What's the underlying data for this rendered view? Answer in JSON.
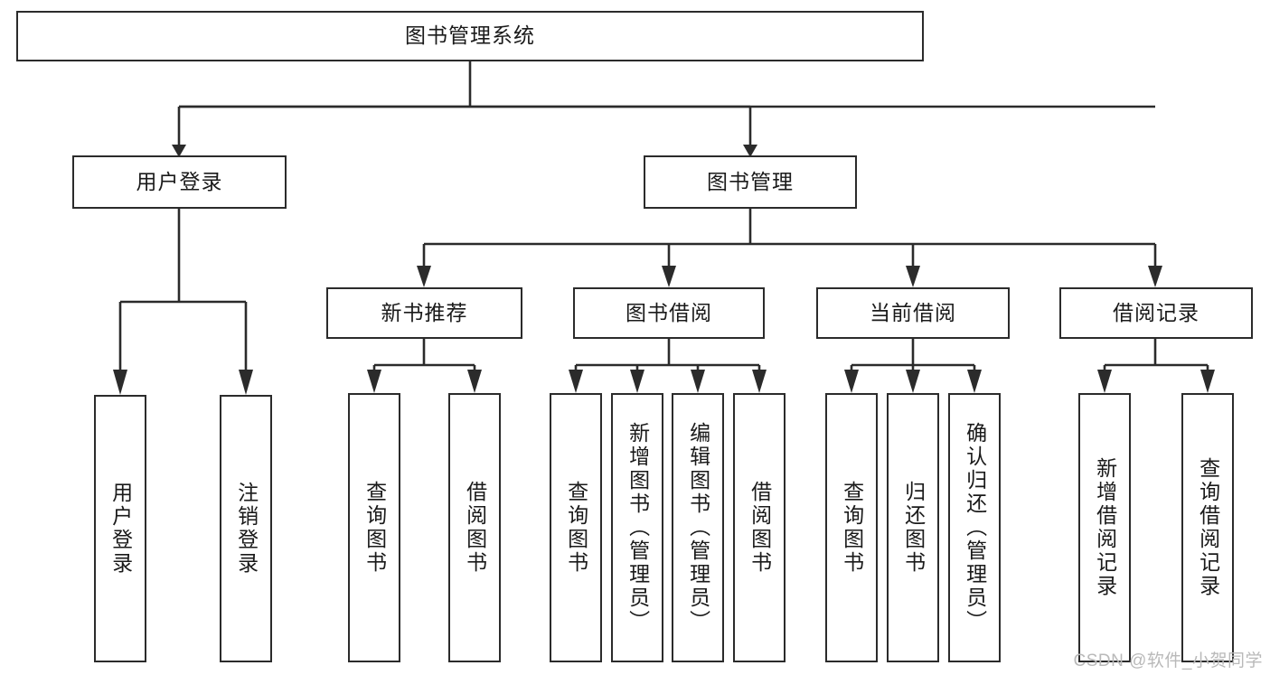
{
  "diagram": {
    "title": "图书管理系统",
    "type": "tree-hierarchy-diagram",
    "watermark": "CSDN @软件_小贺同学",
    "colors": {
      "box_border": "#2b2b2b",
      "box_fill": "#ffffff",
      "connector": "#2b2b2b",
      "text": "#1a1a1a",
      "watermark": "#b9b9b9",
      "background": "#ffffff"
    },
    "root": {
      "label": "图书管理系统"
    },
    "level2": [
      {
        "key": "user-login",
        "label": "用户登录"
      },
      {
        "key": "book-management",
        "label": "图书管理"
      }
    ],
    "level3": [
      {
        "key": "new-book-recommend",
        "label": "新书推荐"
      },
      {
        "key": "book-borrow",
        "label": "图书借阅"
      },
      {
        "key": "current-borrow",
        "label": "当前借阅"
      },
      {
        "key": "borrow-record",
        "label": "借阅记录"
      }
    ],
    "leaves": {
      "user_login": [
        {
          "key": "user-login-leaf",
          "label": "用户登录"
        },
        {
          "key": "user-logout-leaf",
          "label": "注销登录"
        }
      ],
      "new_book_recommend": [
        {
          "key": "query-book-1",
          "label": "查询图书"
        },
        {
          "key": "borrow-book-1",
          "label": "借阅图书"
        }
      ],
      "book_borrow": [
        {
          "key": "query-book-2",
          "label": "查询图书"
        },
        {
          "key": "add-book",
          "label": "新增图书（管理员）"
        },
        {
          "key": "edit-book",
          "label": "编辑图书（管理员）"
        },
        {
          "key": "borrow-book-2",
          "label": "借阅图书"
        }
      ],
      "current_borrow": [
        {
          "key": "query-book-3",
          "label": "查询图书"
        },
        {
          "key": "return-book",
          "label": "归还图书"
        },
        {
          "key": "confirm-return",
          "label": "确认归还（管理员）"
        }
      ],
      "borrow_record": [
        {
          "key": "add-borrow-record",
          "label": "新增借阅记录"
        },
        {
          "key": "query-borrow-record",
          "label": "查询借阅记录"
        }
      ]
    }
  }
}
